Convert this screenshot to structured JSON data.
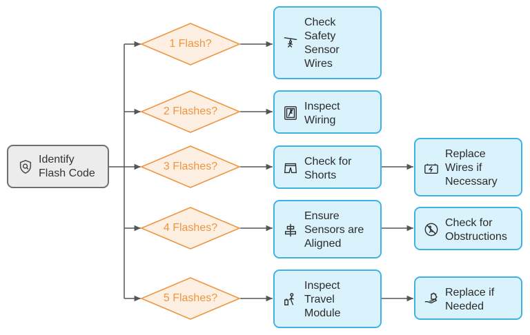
{
  "root": {
    "label": "Identify\nFlash Code",
    "icon": "search-shield-icon"
  },
  "colors": {
    "decision_stroke": "#ef9440",
    "decision_fill": "#fdf0e2",
    "step_border": "#3eb3e3",
    "step_fill": "#d9f2fb",
    "root_border": "#6e6e6e",
    "root_fill": "#ececec",
    "connector": "#555555"
  },
  "decisions": [
    {
      "label": "1 Flash?",
      "action": {
        "label": "Check\nSafety\nSensor\nWires",
        "icon": "zipline-icon"
      }
    },
    {
      "label": "2 Flashes?",
      "action": {
        "label": "Inspect\nWiring",
        "icon": "wiring-panel-icon"
      }
    },
    {
      "label": "3 Flashes?",
      "action": {
        "label": "Check for\nShorts",
        "icon": "shorts-icon"
      },
      "followup": {
        "label": "Replace\nWires if\nNecessary",
        "icon": "battery-charge-icon"
      }
    },
    {
      "label": "4 Flashes?",
      "action": {
        "label": "Ensure\nSensors are\nAligned",
        "icon": "align-center-icon"
      },
      "followup": {
        "label": "Check for\nObstructions",
        "icon": "no-entry-icon"
      }
    },
    {
      "label": "5 Flashes?",
      "action": {
        "label": "Inspect\nTravel\nModule",
        "icon": "travel-person-icon"
      },
      "followup": {
        "label": "Replace if\nNeeded",
        "icon": "hand-puzzle-icon"
      }
    }
  ]
}
